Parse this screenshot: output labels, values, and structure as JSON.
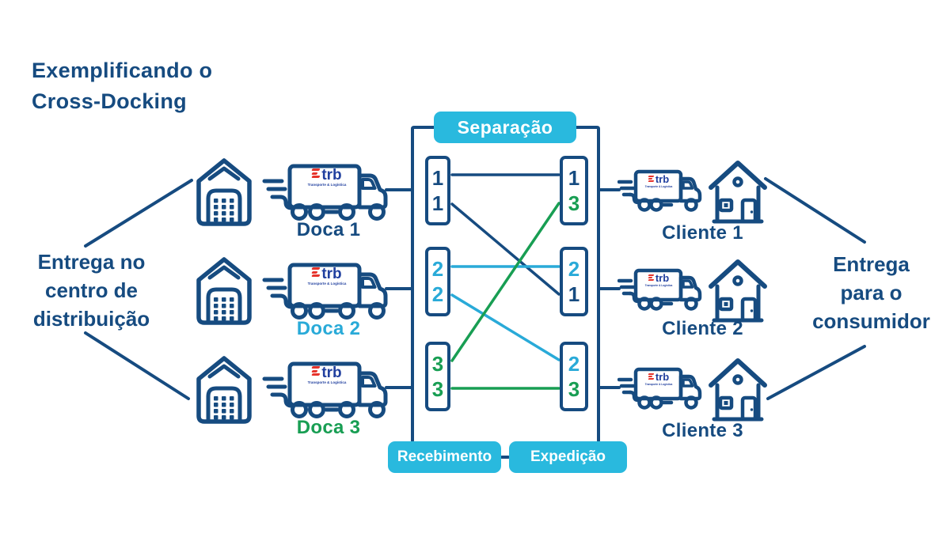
{
  "title": "Exemplificando o\nCross-Docking",
  "captions": {
    "left": "Entrega no\ncentro de\ndistribuição",
    "right": "Entrega\npara o\nconsumidor"
  },
  "badges": {
    "separacao": "Separação",
    "recebimento": "Recebimento",
    "expedicao": "Expedição"
  },
  "docks": [
    {
      "label": "Doca 1",
      "color": "navy"
    },
    {
      "label": "Doca 2",
      "color": "cyan"
    },
    {
      "label": "Doca 3",
      "color": "green"
    }
  ],
  "clients": [
    {
      "label": "Cliente 1"
    },
    {
      "label": "Cliente 2"
    },
    {
      "label": "Cliente 3"
    }
  ],
  "flow": {
    "receiving": [
      {
        "slot": 1,
        "items": [
          {
            "value": "1",
            "color": "navy"
          },
          {
            "value": "1",
            "color": "navy"
          }
        ]
      },
      {
        "slot": 2,
        "items": [
          {
            "value": "2",
            "color": "cyan"
          },
          {
            "value": "2",
            "color": "cyan"
          }
        ]
      },
      {
        "slot": 3,
        "items": [
          {
            "value": "3",
            "color": "green"
          },
          {
            "value": "3",
            "color": "green"
          }
        ]
      }
    ],
    "shipping": [
      {
        "slot": 1,
        "items": [
          {
            "value": "1",
            "color": "navy"
          },
          {
            "value": "3",
            "color": "green"
          }
        ]
      },
      {
        "slot": 2,
        "items": [
          {
            "value": "2",
            "color": "cyan"
          },
          {
            "value": "1",
            "color": "navy"
          }
        ]
      },
      {
        "slot": 3,
        "items": [
          {
            "value": "2",
            "color": "cyan"
          },
          {
            "value": "3",
            "color": "green"
          }
        ]
      }
    ],
    "connections": [
      {
        "item": "1",
        "from": "Doca 1",
        "to": "Cliente 1",
        "color": "navy"
      },
      {
        "item": "1",
        "from": "Doca 1",
        "to": "Cliente 2",
        "color": "navy"
      },
      {
        "item": "2",
        "from": "Doca 2",
        "to": "Cliente 2",
        "color": "cyan"
      },
      {
        "item": "2",
        "from": "Doca 2",
        "to": "Cliente 3",
        "color": "cyan"
      },
      {
        "item": "3",
        "from": "Doca 3",
        "to": "Cliente 1",
        "color": "green"
      },
      {
        "item": "3",
        "from": "Doca 3",
        "to": "Cliente 3",
        "color": "green"
      }
    ]
  },
  "logo": {
    "name": "trb",
    "tagline": "Transporte & Logística"
  },
  "icons": [
    "warehouse-icon",
    "truck-icon",
    "house-icon"
  ],
  "colors": {
    "navy": "#164b80",
    "cyan": "#29aad8",
    "green": "#189e53",
    "red": "#e6332b",
    "badge_bg": "#29b9de",
    "logo_blue": "#21409f",
    "background": "#ffffff"
  }
}
